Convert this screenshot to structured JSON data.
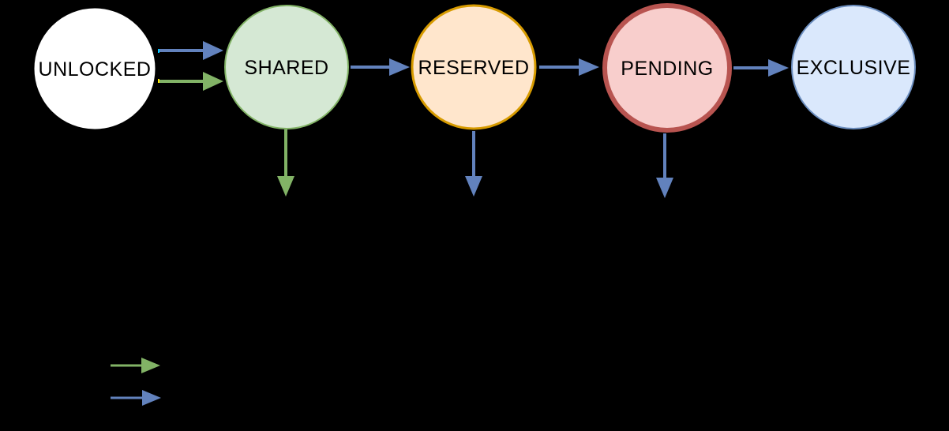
{
  "diagram": {
    "type": "lock-state-diagram",
    "background": "#000000",
    "text_color": "#000000",
    "states": [
      {
        "label": "UNLOCKED",
        "fill": "#ffffff",
        "stroke": "#ffffff"
      },
      {
        "label": "SHARED",
        "fill": "#d5e8d4",
        "stroke": "#82b366"
      },
      {
        "label": "RESERVED",
        "fill": "#ffe6cc",
        "stroke": "#d79b00"
      },
      {
        "label": "PENDING",
        "fill": "#f8cecc",
        "stroke": "#b85450"
      },
      {
        "label": "EXCLUSIVE",
        "fill": "#dae8fc",
        "stroke": "#6c8ebf"
      }
    ],
    "arrow_colors": {
      "blue": "#6282bd",
      "green": "#82b366"
    },
    "connector_ticks": {
      "cyan": "#00c8ff",
      "yellow": "#ffe600"
    },
    "transitions": [
      {
        "from": "UNLOCKED",
        "to": "SHARED",
        "color": "blue"
      },
      {
        "from": "UNLOCKED",
        "to": "SHARED",
        "color": "green"
      },
      {
        "from": "SHARED",
        "to": "RESERVED",
        "color": "blue"
      },
      {
        "from": "RESERVED",
        "to": "PENDING",
        "color": "blue"
      },
      {
        "from": "PENDING",
        "to": "EXCLUSIVE",
        "color": "blue"
      },
      {
        "from": "SHARED",
        "to": "down",
        "color": "green"
      },
      {
        "from": "RESERVED",
        "to": "down",
        "color": "blue"
      },
      {
        "from": "PENDING",
        "to": "down",
        "color": "blue"
      }
    ],
    "legend": [
      {
        "arrow": "green"
      },
      {
        "arrow": "blue"
      }
    ]
  }
}
